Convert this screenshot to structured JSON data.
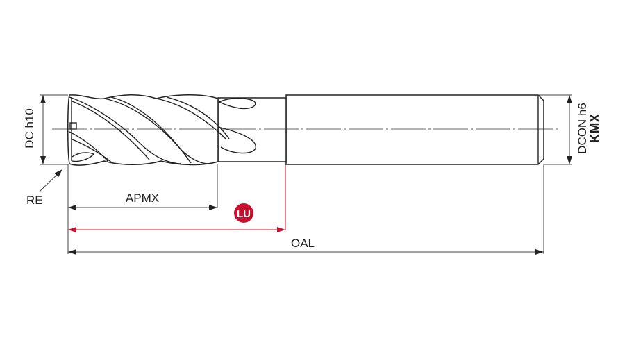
{
  "labels": {
    "dc": "DC h10",
    "dcon": "DCON h6",
    "kmx": "KMX",
    "re": "RE",
    "apmx": "APMX",
    "lu": "LU",
    "oal": "OAL"
  },
  "colors": {
    "line": "#222222",
    "lu_accent": "#c8102e"
  }
}
